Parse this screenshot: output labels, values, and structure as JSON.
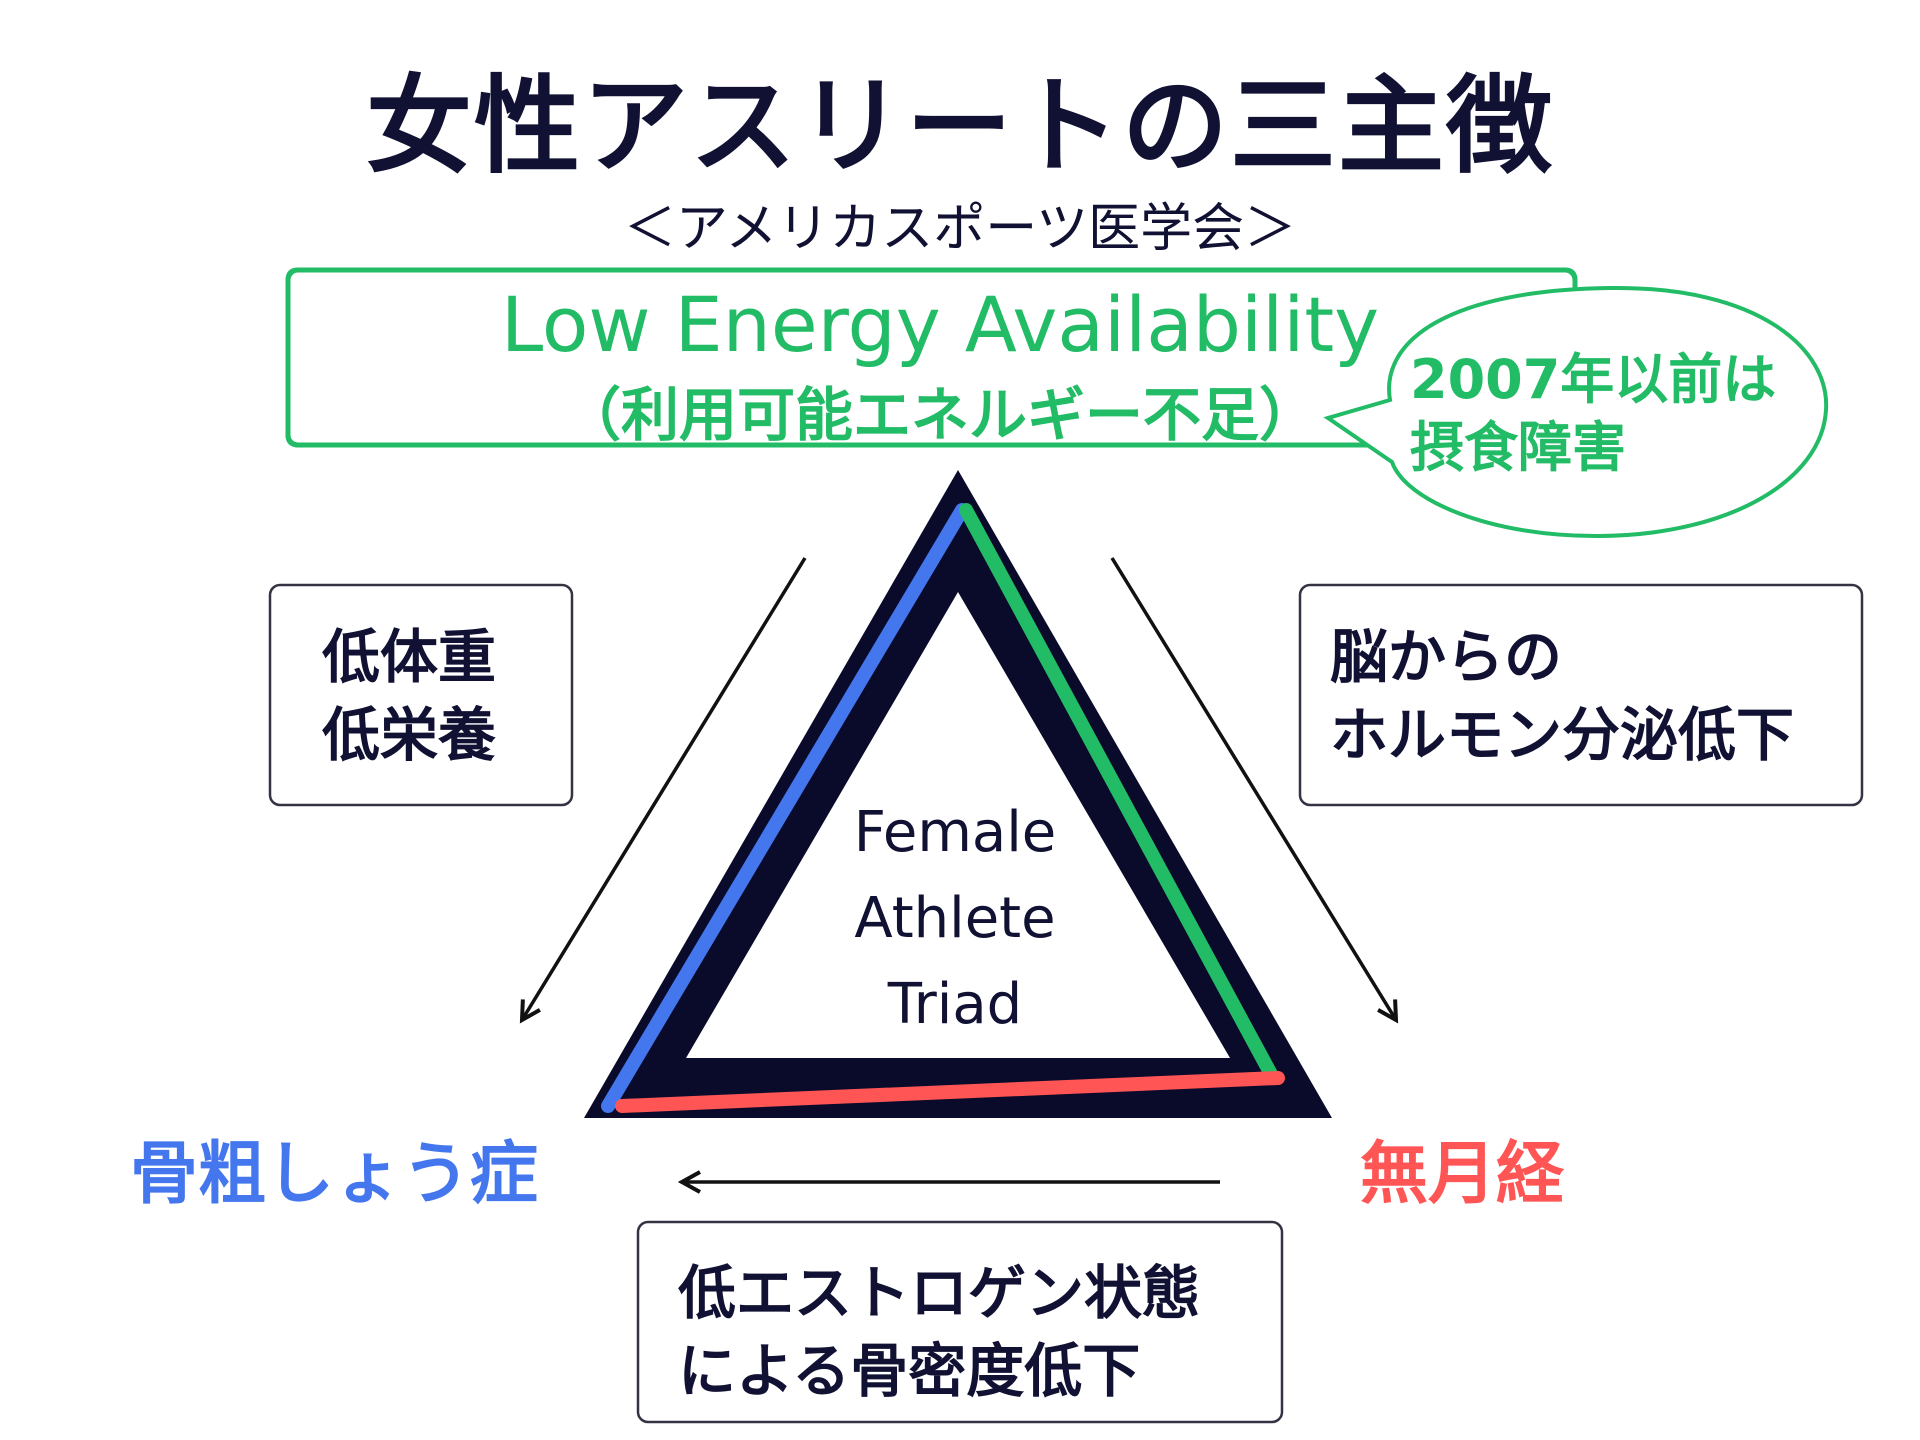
{
  "title": "女性アスリートの三主徴",
  "subtitle": "＜アメリカスポーツ医学会＞",
  "top_box": {
    "line1": "Low Energy Availability",
    "line2": "（利用可能エネルギー不足）"
  },
  "bubble": {
    "line1": "2007年以前は",
    "line2": "摂食障害"
  },
  "left_box": {
    "line1": "低体重",
    "line2": "低栄養"
  },
  "right_box": {
    "line1": "脳からの",
    "line2": "ホルモン分泌低下"
  },
  "bottom_box": {
    "line1": "低エストロゲン状態",
    "line2": "による骨密度低下"
  },
  "triangle_center": {
    "line1": "Female",
    "line2": "Athlete",
    "line3": "Triad"
  },
  "corners": {
    "left": "骨粗しょう症",
    "right": "無月経"
  },
  "colors": {
    "green": "#22bb66",
    "blue": "#4477ee",
    "red": "#ff5555",
    "navy": "#0a0a2a"
  }
}
